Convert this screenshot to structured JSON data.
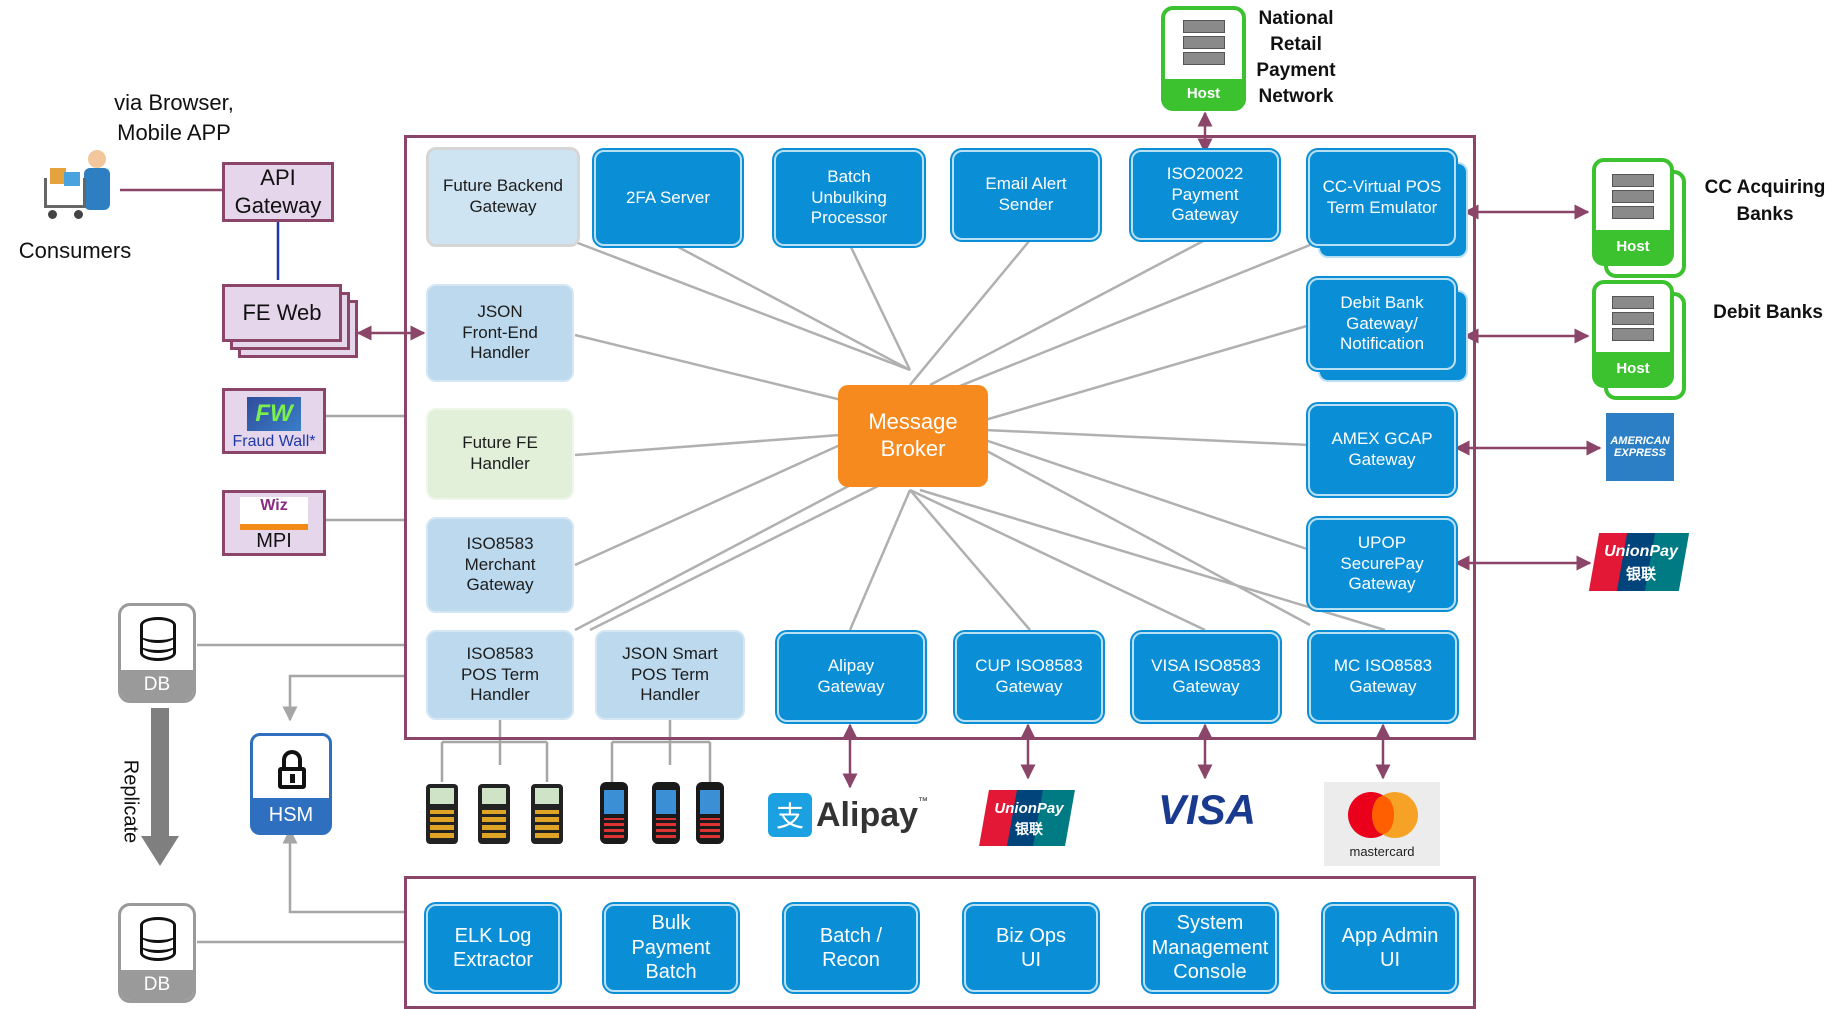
{
  "top_host": {
    "label": "Host",
    "name_lines": [
      "National",
      "Retail",
      "Payment",
      "Network"
    ]
  },
  "consumers": {
    "via": [
      "via Browser,",
      "Mobile APP"
    ],
    "label": "Consumers"
  },
  "api_gateway": [
    "API",
    "Gateway"
  ],
  "fe_web": "FE Web",
  "fraud_wall": {
    "logo": "FW",
    "label": "Fraud Wall*"
  },
  "mpi": {
    "logo": "Wiz",
    "label": "MPI"
  },
  "db_top": "DB",
  "db_bottom": "DB",
  "replicate": "Replicate",
  "hsm": "HSM",
  "broker": [
    "Message",
    "Broker"
  ],
  "top_row": [
    [
      "Future Backend",
      "Gateway"
    ],
    [
      "2FA Server"
    ],
    [
      "Batch",
      "Unbulking",
      "Processor"
    ],
    [
      "Email Alert",
      "Sender"
    ],
    [
      "ISO20022",
      "Payment Gateway"
    ],
    [
      "CC-Virtual POS",
      "Term Emulator"
    ]
  ],
  "left_col": [
    [
      "JSON",
      "Front-End",
      "Handler"
    ],
    [
      "Future FE",
      "Handler"
    ],
    [
      "ISO8583",
      "Merchant",
      "Gateway"
    ]
  ],
  "right_col": [
    [
      "Debit Bank",
      "Gateway/",
      "Notification"
    ],
    [
      "AMEX GCAP",
      "Gateway"
    ],
    [
      "UPOP",
      "SecurePay",
      "Gateway"
    ]
  ],
  "bottom_row": [
    [
      "ISO8583",
      "POS Term",
      "Handler"
    ],
    [
      "JSON Smart",
      "POS Term",
      "Handler"
    ],
    [
      "Alipay",
      "Gateway"
    ],
    [
      "CUP ISO8583",
      "Gateway"
    ],
    [
      "VISA ISO8583",
      "Gateway"
    ],
    [
      "MC ISO8583",
      "Gateway"
    ]
  ],
  "ops_row": [
    [
      "ELK Log",
      "Extractor"
    ],
    [
      "Bulk Payment",
      "Batch"
    ],
    [
      "Batch /",
      "Recon"
    ],
    [
      "Biz Ops",
      "UI"
    ],
    [
      "System",
      "Management",
      "Console"
    ],
    [
      "App Admin",
      "UI"
    ]
  ],
  "cc_host": {
    "label": "Host",
    "name_lines": [
      "CC Acquiring",
      "Banks"
    ]
  },
  "debit_host": {
    "label": "Host",
    "name_lines": [
      "Debit Banks"
    ]
  },
  "logos": {
    "amex": [
      "AMERICAN",
      "EXPRESS"
    ],
    "unionpay": [
      "UnionPay",
      "银联"
    ],
    "alipay": {
      "mark": "支",
      "text": "Alipay",
      "tm": "™"
    },
    "visa": "VISA",
    "mastercard": "mastercard"
  },
  "colors": {
    "frame": "#8b4569",
    "blue_box": "#0a8fd6",
    "light_blue_box": "#bcd9ee",
    "light_green_box": "#e2f0da",
    "broker": "#f68a1e",
    "host_green": "#3cc12f",
    "connector": "#b0b0b0",
    "arrow": "#8b4569"
  }
}
